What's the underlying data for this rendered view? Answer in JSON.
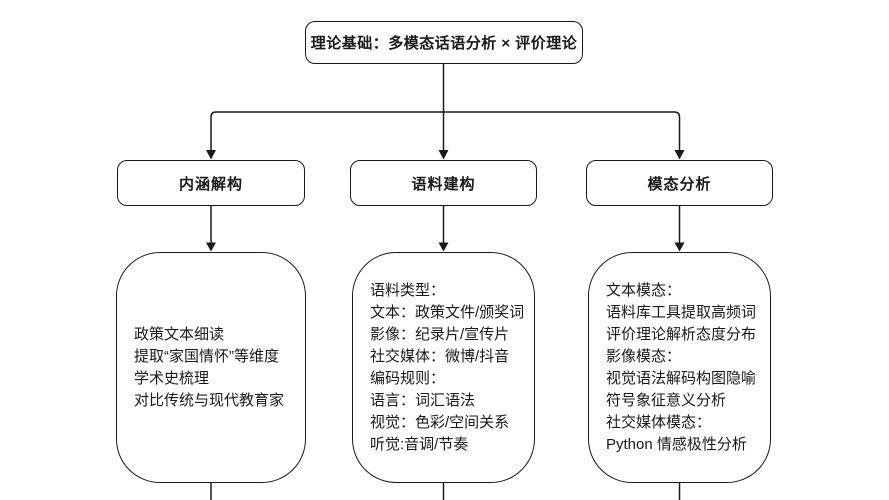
{
  "diagram": {
    "root": {
      "label": "理论基础：多模态话语分析 × 评价理论"
    },
    "branches": [
      {
        "label": "内涵解构",
        "details": [
          "政策文本细读",
          "提取“家国情怀”等维度",
          "学术史梳理",
          "对比传统与现代教育家"
        ]
      },
      {
        "label": "语料建构",
        "details": [
          "语料类型：",
          "文本：政策文件/颁奖词",
          "影像：纪录片/宣传片",
          "社交媒体：微博/抖音",
          "编码规则：",
          "语言：词汇语法",
          "视觉：色彩/空间关系",
          "听觉:音调/节奏"
        ]
      },
      {
        "label": "模态分析",
        "details": [
          "文本模态：",
          "语料库工具提取高频词",
          "评价理论解析态度分布",
          "影像模态：",
          "视觉语法解码构图隐喻",
          "符号象征意义分析",
          "社交媒体模态：",
          "Python 情感极性分析"
        ]
      }
    ],
    "colors": {
      "stroke": "#1a1a1a",
      "node_fill": "#ffffff",
      "background": "#ffffff"
    }
  }
}
